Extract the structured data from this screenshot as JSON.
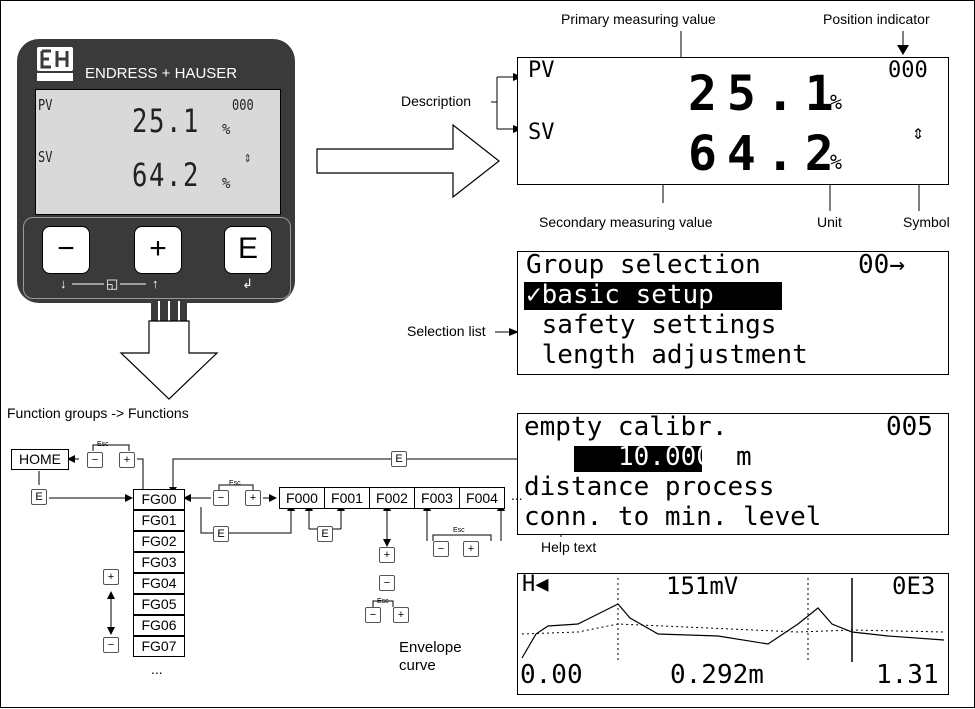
{
  "device": {
    "brand": "ENDRESS + HAUSER",
    "pv_label": "PV",
    "sv_label": "SV",
    "pv_value": "25.1",
    "sv_value": "64.2",
    "unit": "%",
    "position": "000",
    "symbol": "⇕",
    "keys": {
      "minus": "−",
      "plus": "+",
      "enter": "E"
    }
  },
  "measure": {
    "primary_label": "Primary measuring value",
    "position_label": "Position indicator",
    "description_label": "Description",
    "secondary_label": "Secondary measuring value",
    "unit_label": "Unit",
    "symbol_label": "Symbol",
    "pv": "PV",
    "sv": "SV",
    "pv_value": "25.1",
    "sv_value": "64.2",
    "unit": "%",
    "position": "000",
    "symbol": "⇕"
  },
  "selection": {
    "title": "Group selection",
    "code": "00→",
    "items": [
      "✓basic setup",
      " safety settings",
      " length adjustment"
    ],
    "label": "Selection list"
  },
  "help": {
    "title": "empty calibr.",
    "code": "005",
    "value": "10.000",
    "unit": "m",
    "line3": "distance process",
    "line4": "conn. to min. level",
    "label": "Help text"
  },
  "envelope": {
    "marker": "H◀",
    "value": "151mV",
    "code": "0E3",
    "x_left": "0.00",
    "x_mid": "0.292m",
    "x_right": "1.31",
    "label_line1": "Envelope",
    "label_line2": "curve"
  },
  "functions": {
    "title": "Function groups -> Functions",
    "home": "HOME",
    "groups": [
      "FG00",
      "FG01",
      "FG02",
      "FG03",
      "FG04",
      "FG05",
      "FG06",
      "FG07"
    ],
    "functions": [
      "F000",
      "F001",
      "F002",
      "F003",
      "F004"
    ],
    "ellipsis": "...",
    "esc": "Esc",
    "minus": "−",
    "plus": "+",
    "enter": "E"
  }
}
